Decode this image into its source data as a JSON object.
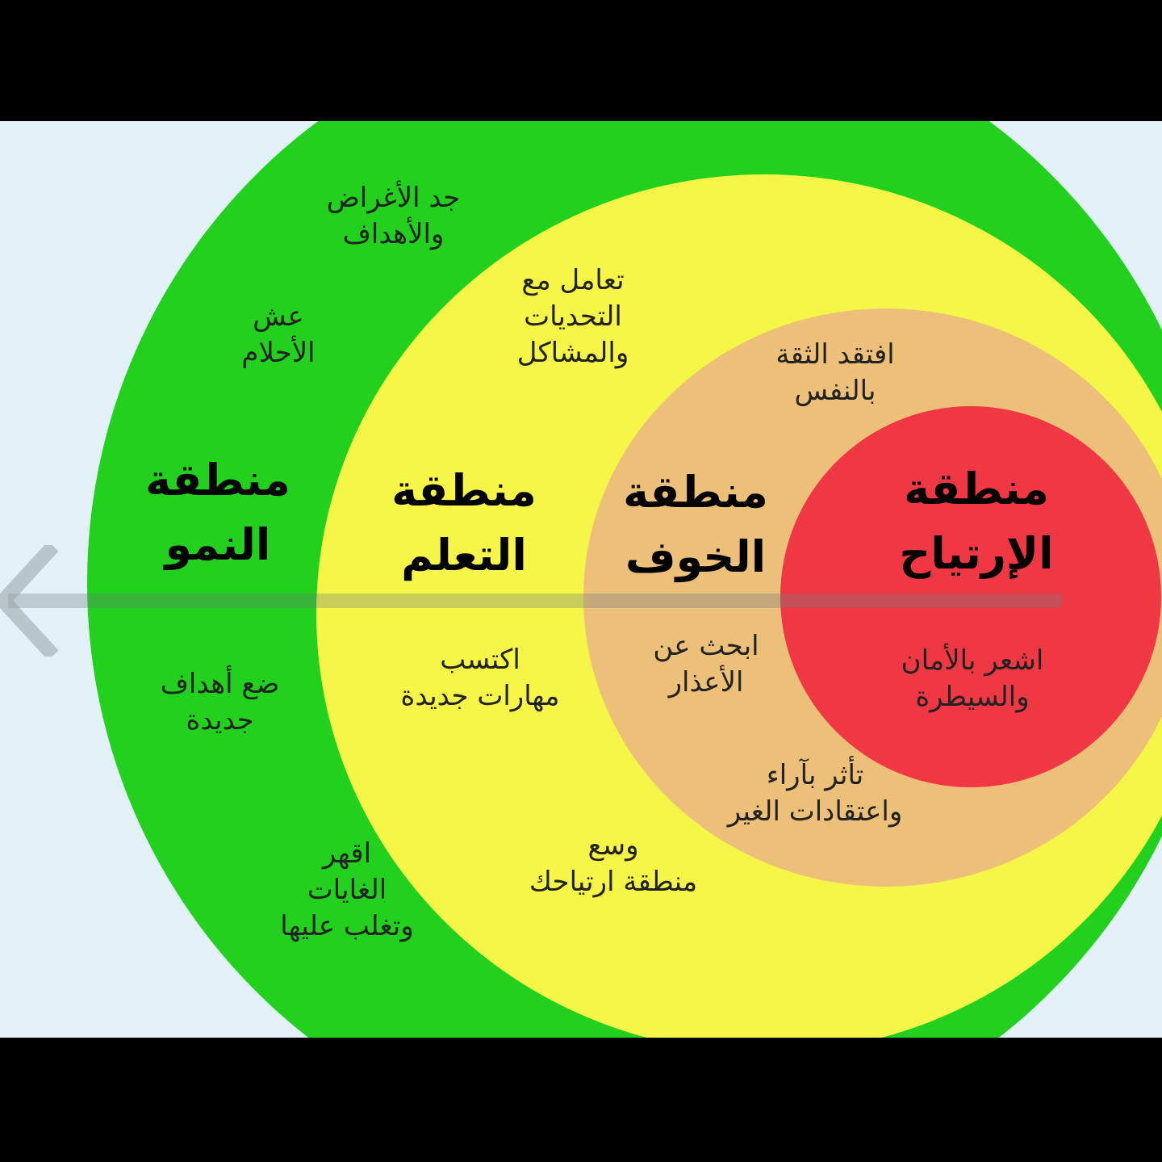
{
  "colors": {
    "frame": "#000000",
    "background": "#e3f1f9",
    "growth_zone": "#21d11d",
    "learning_zone": "#f6f649",
    "fear_zone": "#edc07a",
    "comfort_zone": "#ef3844"
  },
  "zones": {
    "comfort": {
      "title": "منطقة\nالإرتياح",
      "items": [
        "اشعر بالأمان\nوالسيطرة"
      ]
    },
    "fear": {
      "title": "منطقة\nالخوف",
      "items": [
        "افتقد الثقة\nبالنفس",
        "ابحث عن\nالأعذار",
        "تأثر بآراء\nواعتقادات الغير"
      ]
    },
    "learning": {
      "title": "منطقة\nالتعلم",
      "items": [
        "تعامل مع\nالتحديات\nوالمشاكل",
        "اكتسب\nمهارات جديدة",
        "وسع\nمنطقة ارتياحك"
      ]
    },
    "growth": {
      "title": "منطقة\nالنمو",
      "items": [
        "جد الأغراض\nوالأهداف",
        "عش\nالأحلام",
        "ضع أهداف\nجديدة",
        "اقهر\nالغايات\nوتغلب عليها"
      ]
    }
  },
  "arrow_icon": "arrow-left-icon"
}
